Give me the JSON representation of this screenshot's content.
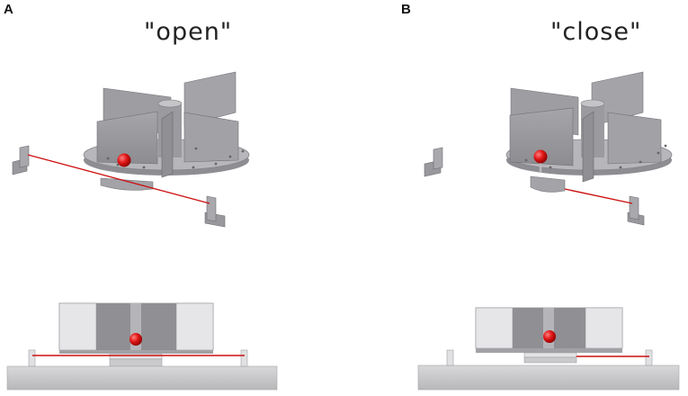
{
  "panels": {
    "a": {
      "letter": "A",
      "state": "\"open\""
    },
    "b": {
      "letter": "B",
      "state": "\"close\""
    }
  },
  "colors": {
    "metal_top": "#cfcfd2",
    "metal_mid": "#a9a9ad",
    "metal_dark": "#7d7d82",
    "laser": "#cc1111",
    "ball": "#e01616"
  }
}
